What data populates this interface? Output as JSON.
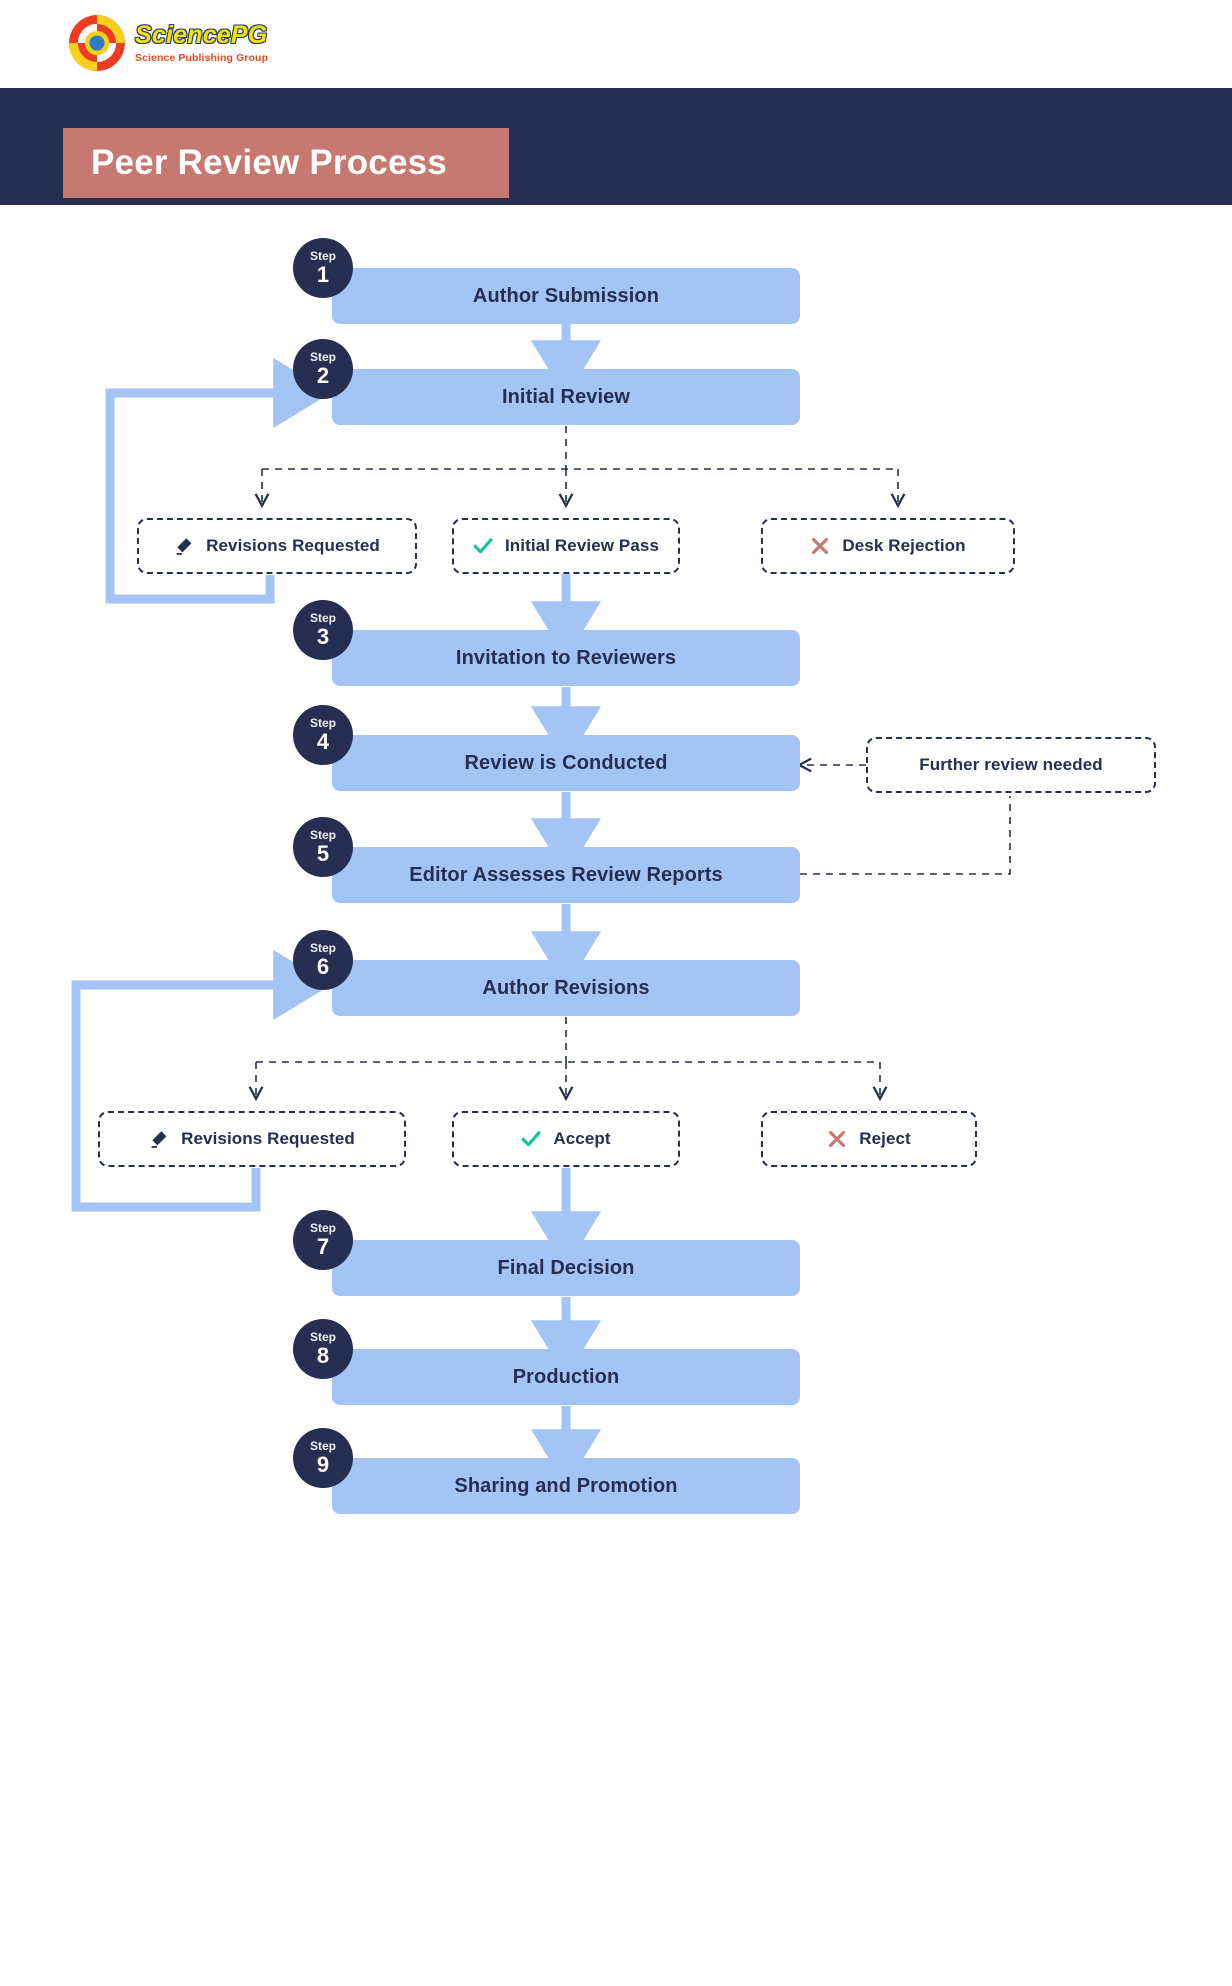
{
  "brand": {
    "name": "SciencePG",
    "tagline": "Science Publishing Group",
    "logo_icon": "sciencepg-concentric-logo",
    "title_color": "#f2e500",
    "tagline_color": "#e8491d"
  },
  "header": {
    "title": "Peer Review Process",
    "bar_color": "#262f51",
    "plate_color": "#c77870",
    "title_color": "#ffffff"
  },
  "theme": {
    "step_box_fill": "#a3c4f5",
    "step_badge_fill": "#262f51",
    "text_dark": "#262f51",
    "arrow_blue": "#a3c4f5",
    "dashed_dark": "#262f51",
    "accept_green": "#15c39a",
    "reject_red": "#c77870"
  },
  "flow": {
    "steps": [
      {
        "n": "1",
        "word": "Step",
        "label": "Author Submission"
      },
      {
        "n": "2",
        "word": "Step",
        "label": "Initial Review"
      },
      {
        "n": "3",
        "word": "Step",
        "label": "Invitation to Reviewers"
      },
      {
        "n": "4",
        "word": "Step",
        "label": "Review is Conducted"
      },
      {
        "n": "5",
        "word": "Step",
        "label": "Editor Assesses Review Reports"
      },
      {
        "n": "6",
        "word": "Step",
        "label": "Author Revisions"
      },
      {
        "n": "7",
        "word": "Step",
        "label": "Final Decision"
      },
      {
        "n": "8",
        "word": "Step",
        "label": "Production"
      },
      {
        "n": "9",
        "word": "Step",
        "label": "Sharing and Promotion"
      }
    ],
    "decision_row_1": [
      {
        "label": "Revisions Requested",
        "icon": "pencil-icon",
        "icon_color": "#262f51"
      },
      {
        "label": "Initial Review Pass",
        "icon": "check-icon",
        "icon_color": "#15c39a"
      },
      {
        "label": "Desk Rejection",
        "icon": "x-icon",
        "icon_color": "#c77870"
      }
    ],
    "decision_row_2": [
      {
        "label": "Revisions Requested",
        "icon": "pencil-icon",
        "icon_color": "#262f51"
      },
      {
        "label": "Accept",
        "icon": "check-icon",
        "icon_color": "#15c39a"
      },
      {
        "label": "Reject",
        "icon": "x-icon",
        "icon_color": "#c77870"
      }
    ],
    "side_note": {
      "label": "Further review needed",
      "icon": "none"
    }
  },
  "chart_data": {
    "type": "diagram",
    "title": "Peer Review Process",
    "nodes": [
      {
        "id": "s1",
        "kind": "step",
        "step": 1,
        "label": "Author Submission"
      },
      {
        "id": "s2",
        "kind": "step",
        "step": 2,
        "label": "Initial Review"
      },
      {
        "id": "d1a",
        "kind": "decision",
        "label": "Revisions Requested"
      },
      {
        "id": "d1b",
        "kind": "decision",
        "label": "Initial Review Pass"
      },
      {
        "id": "d1c",
        "kind": "decision",
        "label": "Desk Rejection"
      },
      {
        "id": "s3",
        "kind": "step",
        "step": 3,
        "label": "Invitation to Reviewers"
      },
      {
        "id": "s4",
        "kind": "step",
        "step": 4,
        "label": "Review is Conducted"
      },
      {
        "id": "note",
        "kind": "note",
        "label": "Further review needed"
      },
      {
        "id": "s5",
        "kind": "step",
        "step": 5,
        "label": "Editor Assesses Review Reports"
      },
      {
        "id": "s6",
        "kind": "step",
        "step": 6,
        "label": "Author Revisions"
      },
      {
        "id": "d2a",
        "kind": "decision",
        "label": "Revisions Requested"
      },
      {
        "id": "d2b",
        "kind": "decision",
        "label": "Accept"
      },
      {
        "id": "d2c",
        "kind": "decision",
        "label": "Reject"
      },
      {
        "id": "s7",
        "kind": "step",
        "step": 7,
        "label": "Final Decision"
      },
      {
        "id": "s8",
        "kind": "step",
        "step": 8,
        "label": "Production"
      },
      {
        "id": "s9",
        "kind": "step",
        "step": 9,
        "label": "Sharing and Promotion"
      }
    ],
    "edges": [
      {
        "from": "s1",
        "to": "s2",
        "style": "solid-blue"
      },
      {
        "from": "s2",
        "to": "d1a",
        "style": "dashed"
      },
      {
        "from": "s2",
        "to": "d1b",
        "style": "dashed"
      },
      {
        "from": "s2",
        "to": "d1c",
        "style": "dashed"
      },
      {
        "from": "d1a",
        "to": "s2",
        "style": "solid-blue-loop"
      },
      {
        "from": "d1b",
        "to": "s3",
        "style": "solid-blue"
      },
      {
        "from": "s3",
        "to": "s4",
        "style": "solid-blue"
      },
      {
        "from": "s4",
        "to": "s5",
        "style": "solid-blue"
      },
      {
        "from": "s5",
        "to": "note",
        "style": "dashed"
      },
      {
        "from": "note",
        "to": "s4",
        "style": "dashed"
      },
      {
        "from": "s5",
        "to": "s6",
        "style": "solid-blue"
      },
      {
        "from": "s6",
        "to": "d2a",
        "style": "dashed"
      },
      {
        "from": "s6",
        "to": "d2b",
        "style": "dashed"
      },
      {
        "from": "s6",
        "to": "d2c",
        "style": "dashed"
      },
      {
        "from": "d2a",
        "to": "s6",
        "style": "solid-blue-loop"
      },
      {
        "from": "d2b",
        "to": "s7",
        "style": "solid-blue"
      },
      {
        "from": "s7",
        "to": "s8",
        "style": "solid-blue"
      },
      {
        "from": "s8",
        "to": "s9",
        "style": "solid-blue"
      }
    ]
  }
}
